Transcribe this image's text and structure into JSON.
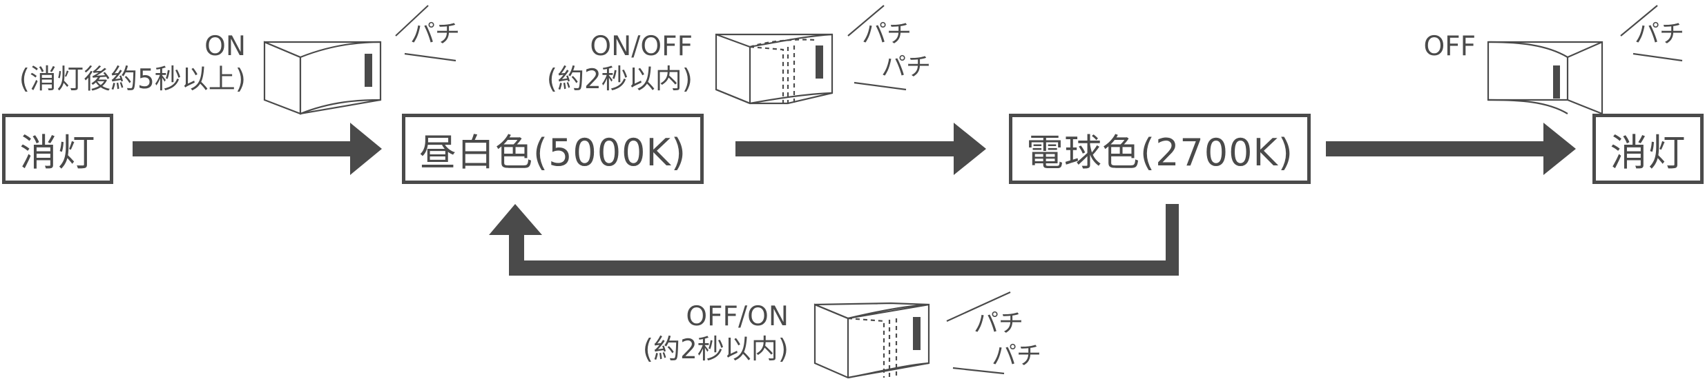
{
  "colors": {
    "ink": "#4a4a4a",
    "background": "#ffffff"
  },
  "states": {
    "off_start": "消灯",
    "daylight": "昼白色(5000K)",
    "warm": "電球色(2700K)",
    "off_end": "消灯"
  },
  "operations": {
    "on_title": "ON",
    "on_note": "(消灯後約5秒以上)",
    "onoff_title": "ON/OFF",
    "onoff_note": "(約2秒以内)",
    "off_title": "OFF",
    "offon_title": "OFF/ON",
    "offon_note": "(約2秒以内)"
  },
  "sounds": {
    "click_1": "パチ",
    "click_2a": "パチ",
    "click_2b": "パチ",
    "click_3": "パチ",
    "click_4a": "パチ",
    "click_4b": "パチ"
  },
  "icons": [
    "switch-on-icon",
    "switch-toggle-icon",
    "switch-off-icon",
    "switch-toggle-icon",
    "right-arrow-icon",
    "return-arrow-icon"
  ]
}
